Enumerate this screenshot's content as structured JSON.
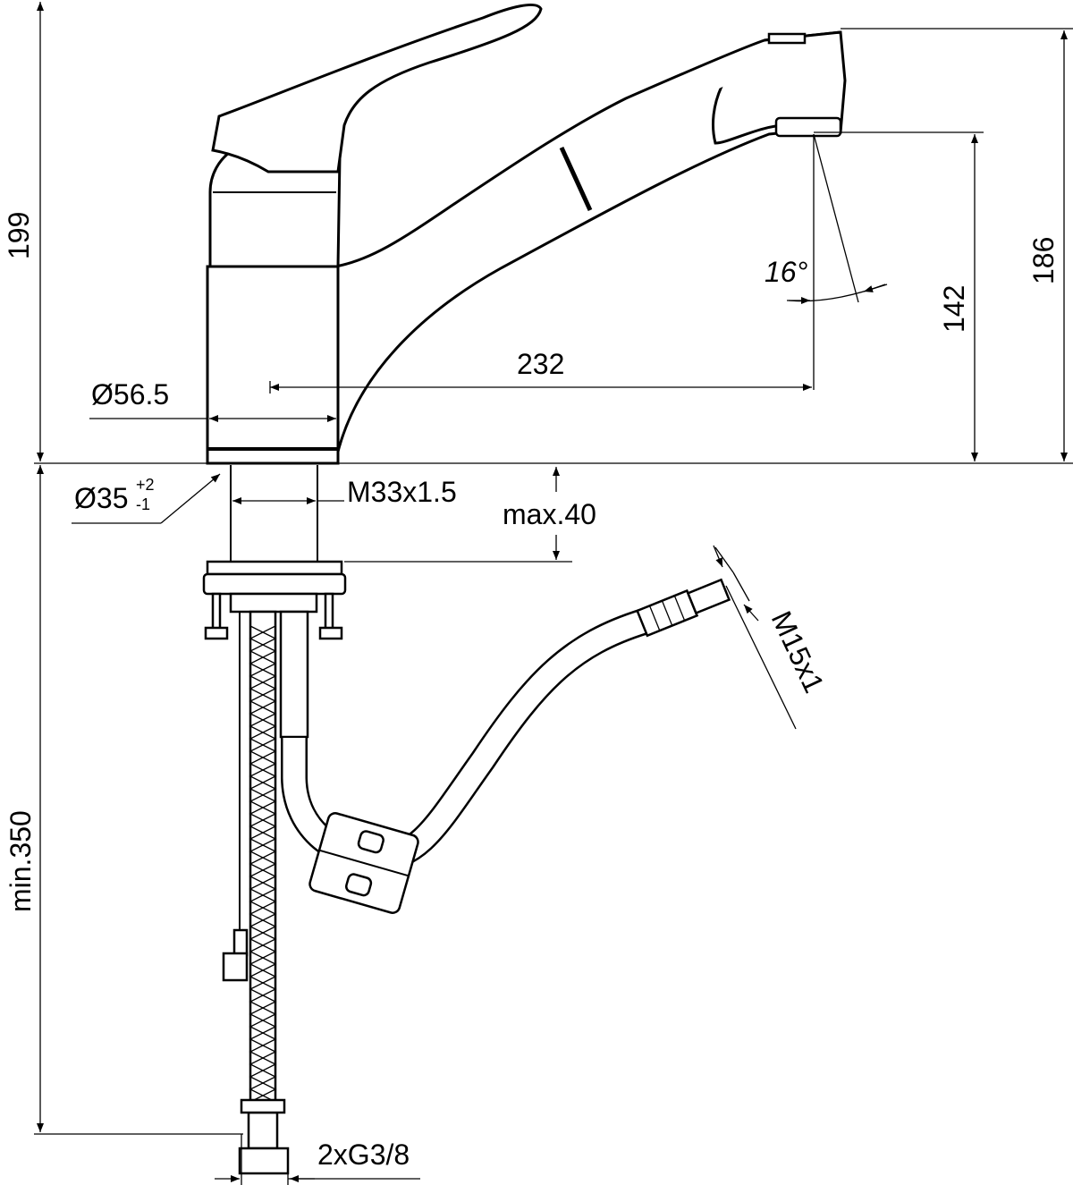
{
  "drawing": {
    "title": "Kitchen mixer with pull-out spout - dimension drawing",
    "dimensions": {
      "total_height": "199",
      "spout_top_height": "186",
      "outlet_height": "142",
      "spray_angle": "16°",
      "reach": "232",
      "base_diameter": "Ø56.5",
      "hole_diameter": "Ø35",
      "hole_tol_plus": "+2",
      "hole_tol_minus": "-1",
      "thread": "M33x1.5",
      "max_deck": "max.40",
      "hose_connector": "M15x1",
      "min_hose_length": "min.350",
      "supply_connections": "2xG3/8"
    },
    "colors": {
      "line": "#000000",
      "background": "#ffffff"
    }
  }
}
